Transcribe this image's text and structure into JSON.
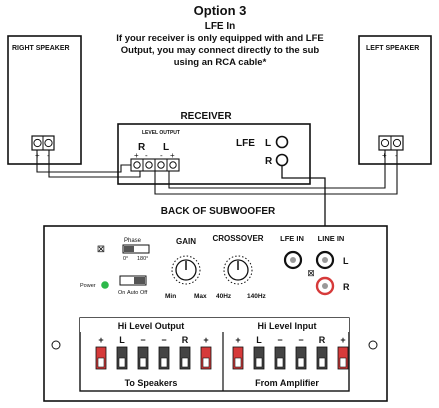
{
  "header": {
    "title": "Option 3",
    "subtitle": "LFE In",
    "note_line1": "If your receiver is only equipped with and LFE",
    "note_line2": "Output, you may connect directly to the sub",
    "note_line3": "using an RCA cable*"
  },
  "right_speaker": {
    "label": "RIGHT SPEAKER",
    "plus": "+",
    "minus": "-"
  },
  "left_speaker": {
    "label": "LEFT SPEAKER",
    "plus": "+",
    "minus": "-"
  },
  "receiver": {
    "label": "RECEIVER",
    "level_output": "LEVEL OUTPUT",
    "r": "R",
    "l": "L",
    "plus": "+",
    "minus": "-",
    "lfe": "LFE",
    "lfe_l": "L",
    "lfe_r": "R"
  },
  "sub_label": "BACK OF SUBWOOFER",
  "subwoofer": {
    "phase_label": "Phase",
    "phase_0": "0°",
    "phase_180": "180°",
    "power_label": "Power",
    "on": "On",
    "auto": "Auto",
    "off": "Off",
    "gain_label": "GAIN",
    "gain_min": "Min",
    "gain_max": "Max",
    "crossover_label": "CROSSOVER",
    "crossover_min": "40Hz",
    "crossover_max": "140Hz",
    "lfe_in": "LFE IN",
    "line_in": "LINE IN",
    "jack_l": "L",
    "jack_r": "R",
    "hi_level_output": "Hi Level Output",
    "hi_level_input": "Hi Level Input",
    "to_speakers": "To Speakers",
    "from_amplifier": "From Amplifier",
    "terminal_signs_output": [
      "+",
      "L",
      "−",
      "−",
      "R",
      "+"
    ],
    "terminal_signs_input": [
      "+",
      "L",
      "−",
      "−",
      "R",
      "+"
    ]
  },
  "colors": {
    "power_led": "#2db84a",
    "red_terminal": "#d63a3a",
    "line": "#111111",
    "panel": "#ffffff"
  }
}
